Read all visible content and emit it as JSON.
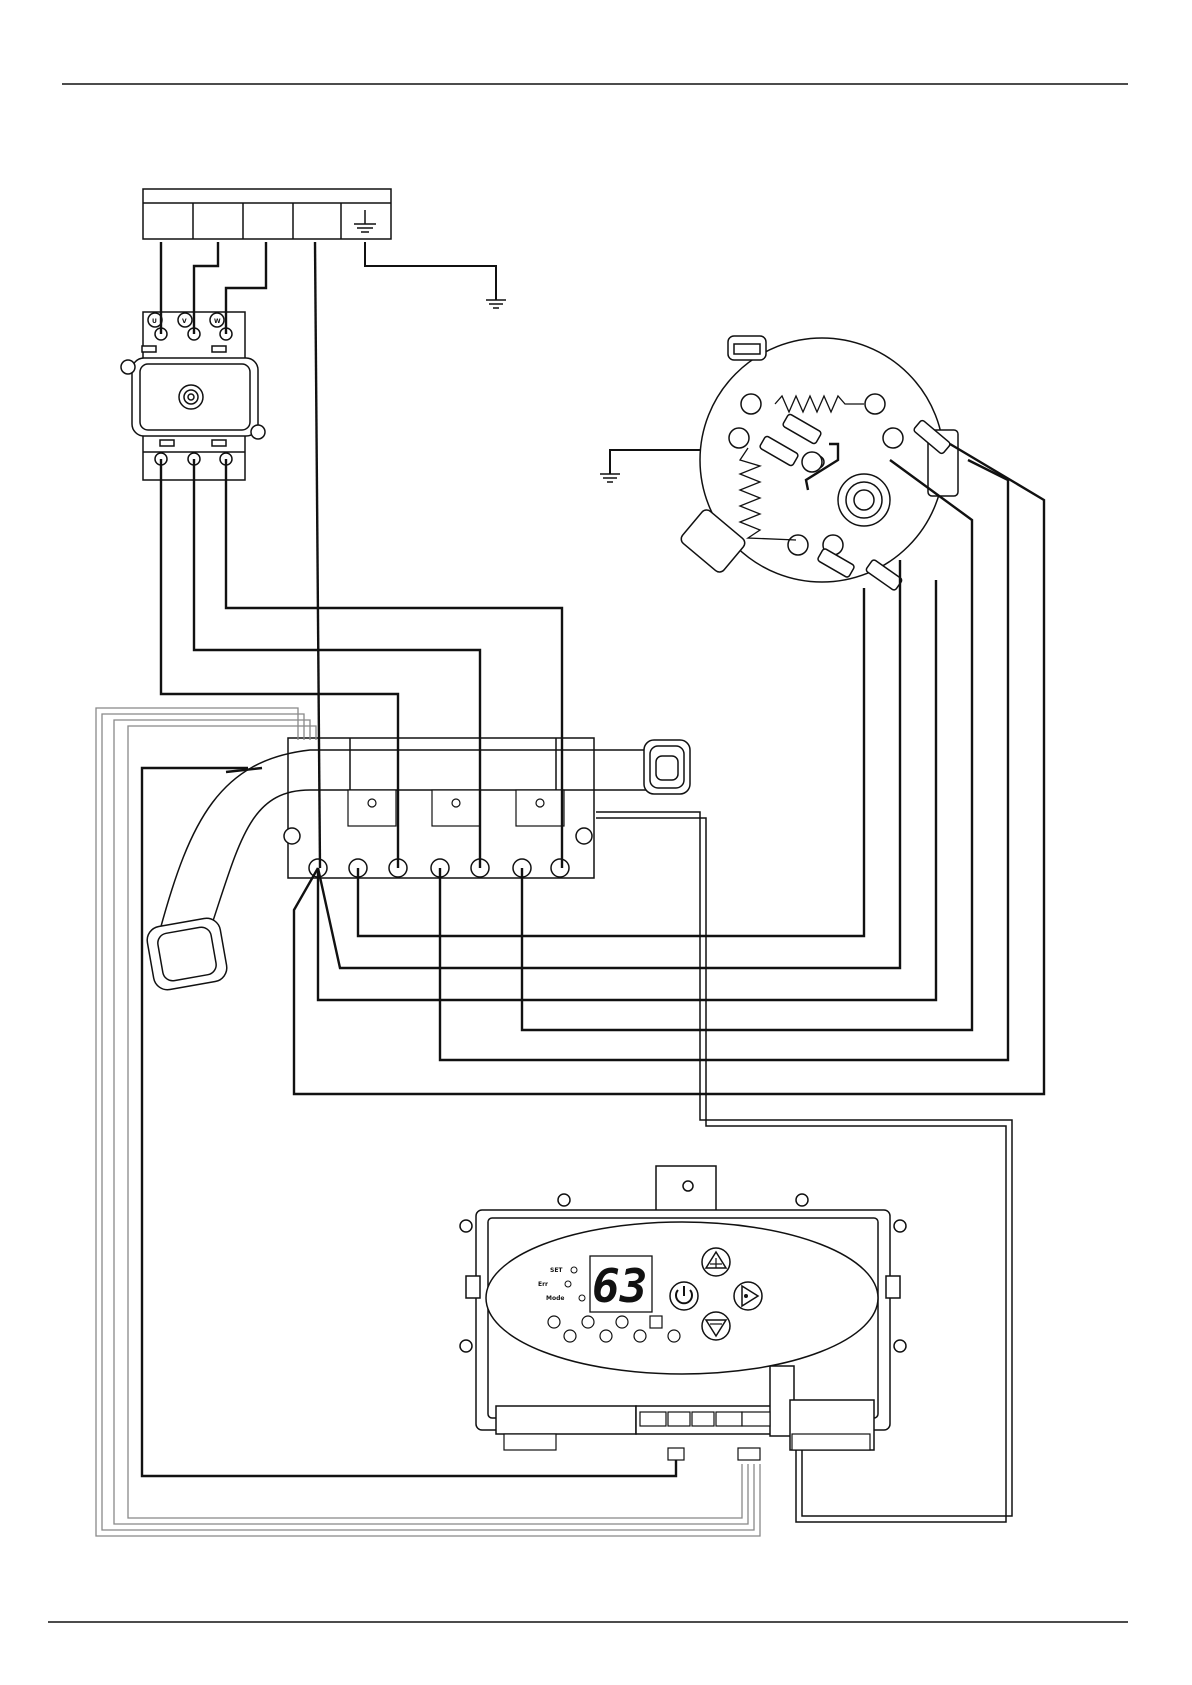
{
  "terminal_labels": [
    "U",
    "V",
    "W"
  ],
  "display": {
    "temperature": "63",
    "indicator_labels": [
      "SET",
      "Err",
      "Mode"
    ]
  },
  "colors": {
    "wire": "#111111",
    "sensor_wire": "#888888",
    "background": "#ffffff"
  }
}
